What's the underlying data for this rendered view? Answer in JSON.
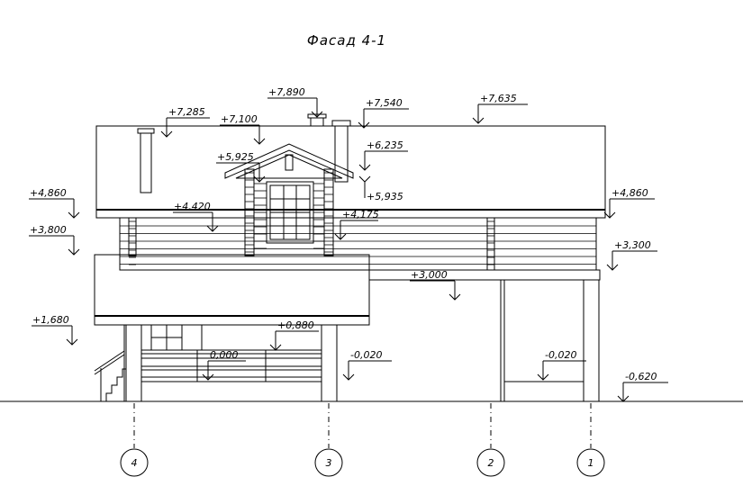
{
  "title": "Фасад 4-1",
  "levels": {
    "l7890": "+7,890",
    "l7540": "+7,540",
    "l7635": "+7,635",
    "l7285": "+7,285",
    "l7100": "+7,100",
    "l6235": "+6,235",
    "l5925": "+5,925",
    "l5935": "+5,935",
    "l4860l": "+4,860",
    "l4860r": "+4,860",
    "l4420": "+4,420",
    "l4175": "+4,175",
    "l3800": "+3,800",
    "l3300": "+3,300",
    "l3000": "+3,000",
    "l1680": "+1,680",
    "l0880": "+0,880",
    "l0000": "0,000",
    "lm0020a": "-0,020",
    "lm0020b": "-0,020",
    "lm0620": "-0,620"
  },
  "axes": [
    "4",
    "3",
    "2",
    "1"
  ]
}
